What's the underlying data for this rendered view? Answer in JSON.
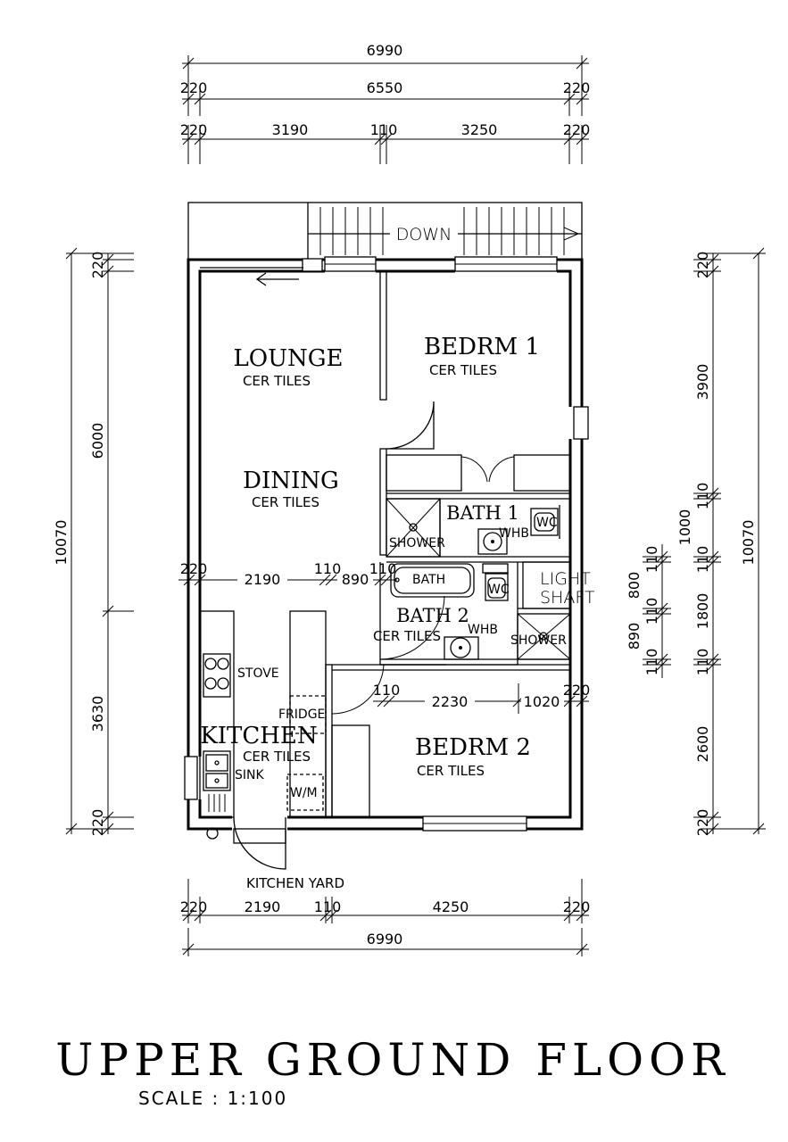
{
  "title": "UPPER GROUND FLOOR",
  "scale": "SCALE : 1:100",
  "stair_label": "DOWN",
  "rooms": {
    "lounge": {
      "name": "LOUNGE",
      "finish": "CER TILES"
    },
    "dining": {
      "name": "DINING",
      "finish": "CER TILES"
    },
    "bedroom1": {
      "name": "BEDRM 1",
      "finish": "CER TILES"
    },
    "bath1": {
      "name": "BATH 1"
    },
    "bath2": {
      "name": "BATH 2",
      "finish": "CER TILES"
    },
    "kitchen": {
      "name": "KITCHEN",
      "finish": "CER TILES"
    },
    "bedroom2": {
      "name": "BEDRM 2",
      "finish": "CER TILES"
    },
    "light_shaft": {
      "line1": "LIGHT",
      "line2": "SHAFT"
    },
    "kitchen_yard": "KITCHEN YARD"
  },
  "fixtures": {
    "shower1": "SHOWER",
    "wc1": "WC",
    "whb1": "WHB",
    "bath": "BATH",
    "wc2": "WC",
    "whb2": "WHB",
    "shower2": "SHOWER",
    "stove": "STOVE",
    "fridge": "FRIDGE",
    "sink": "SINK",
    "wm": "W/M"
  },
  "dimensions": {
    "top_overall": "6990",
    "top_mid": {
      "left": "220",
      "center": "6550",
      "right": "220"
    },
    "top_detail": {
      "a": "220",
      "b": "3190",
      "c": "110",
      "d": "3250",
      "e": "220"
    },
    "bottom_detail": {
      "a": "220",
      "b": "2190",
      "c": "110",
      "d": "4250",
      "e": "220"
    },
    "bottom_overall": "6990",
    "left_overall": "10070",
    "left_detail": {
      "a": "220",
      "b": "6000",
      "c": "3630",
      "d": "220"
    },
    "right_overall": "10070",
    "right_detail": {
      "a": "220",
      "b": "3900",
      "c": "110",
      "d": "1000",
      "e": "110",
      "f": "1800",
      "g": "110",
      "h": "2600",
      "i": "220"
    },
    "right_inner": {
      "a": "110",
      "b": "800",
      "c": "110",
      "d": "890",
      "e": "110"
    },
    "interior_mid": {
      "a": "220",
      "b": "2190",
      "c": "110",
      "d": "890",
      "e": "110"
    },
    "interior_lower": {
      "a": "110",
      "b": "2230",
      "c": "1020",
      "d": "220"
    }
  }
}
